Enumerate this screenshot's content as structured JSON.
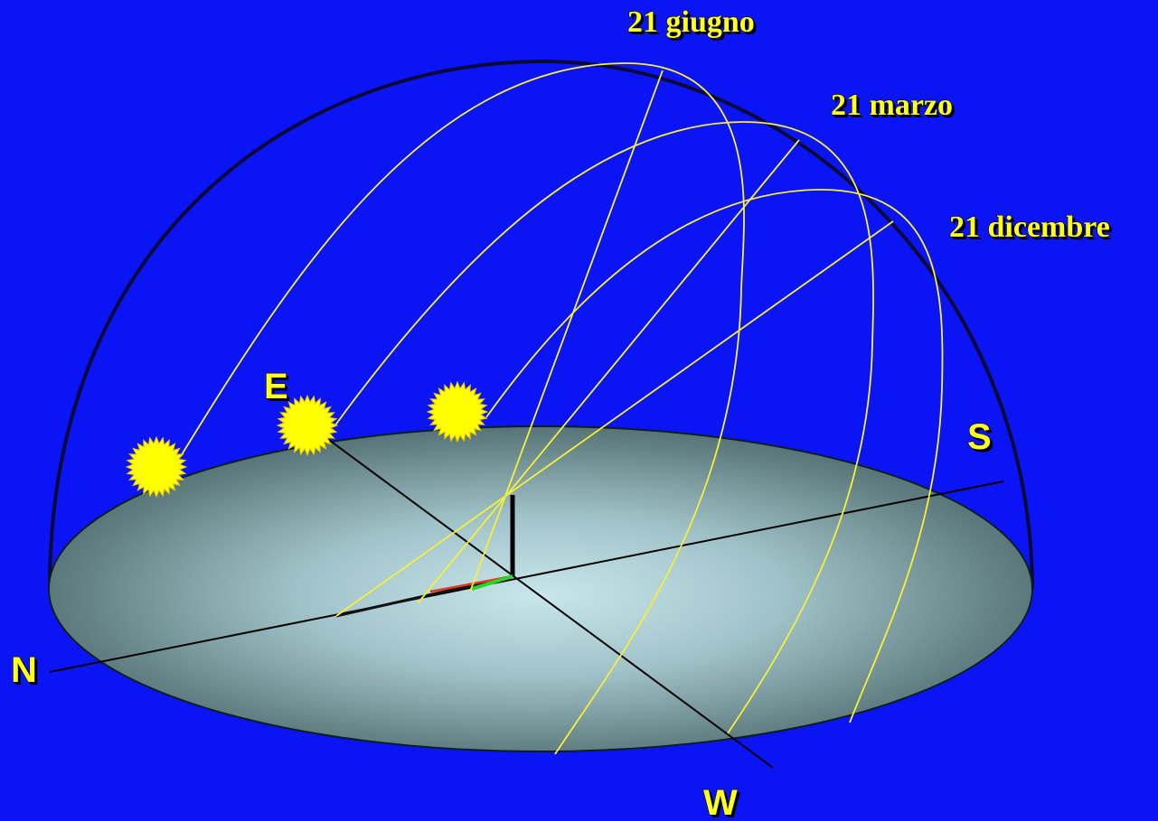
{
  "paths": {
    "june": "21 giugno",
    "march": "21 marzo",
    "december": "21 dicembre"
  },
  "cardinals": {
    "north": "N",
    "south": "S",
    "east": "E",
    "west": "W"
  },
  "colors": {
    "background": "#0a14f5",
    "sun_path": "#f7ef3a",
    "sun": "#ffff00",
    "label": "#ffff22",
    "ground_center": "#c8e6ec",
    "ground_edge": "#4e6a6c"
  }
}
